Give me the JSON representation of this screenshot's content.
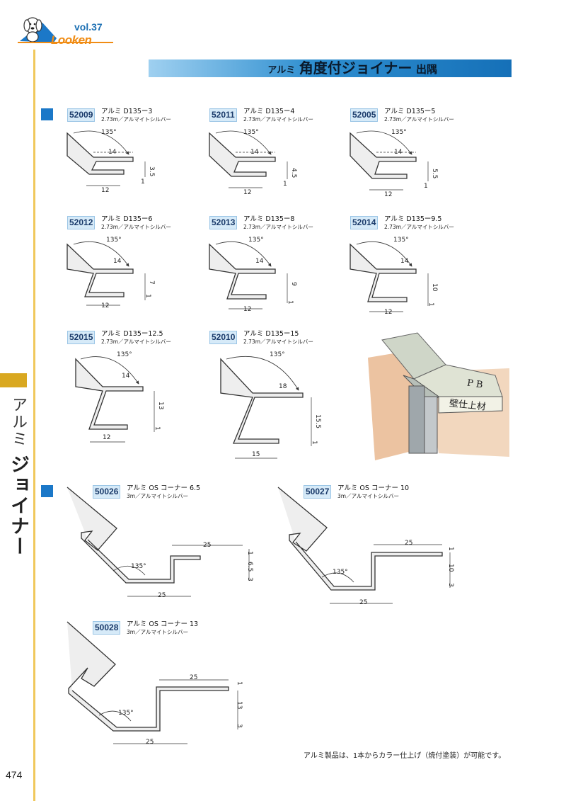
{
  "header": {
    "vol": "vol.37",
    "brand": "Looken"
  },
  "banner": {
    "prefix": "アルミ",
    "title": "角度付ジョイナー",
    "suffix": "出隅"
  },
  "sidebar": {
    "category_light": "アルミ",
    "category_bold": "ジョイナー"
  },
  "products": [
    {
      "code": "52009",
      "name": "アルミ D135ー3",
      "spec": "2.73m／アルマイトシルバー",
      "dims": {
        "angle": "135°",
        "top": "14",
        "gap": "3.5",
        "thk": "1",
        "bottom": "12"
      }
    },
    {
      "code": "52011",
      "name": "アルミ D135ー4",
      "spec": "2.73m／アルマイトシルバー",
      "dims": {
        "angle": "135°",
        "top": "14",
        "gap": "4.5",
        "thk": "1",
        "bottom": "12"
      }
    },
    {
      "code": "52005",
      "name": "アルミ D135ー5",
      "spec": "2.73m／アルマイトシルバー",
      "dims": {
        "angle": "135°",
        "top": "14",
        "gap": "5.5",
        "thk": "1",
        "bottom": "12"
      }
    },
    {
      "code": "52012",
      "name": "アルミ D135ー6",
      "spec": "2.73m／アルマイトシルバー",
      "dims": {
        "angle": "135°",
        "top": "14",
        "gap": "7",
        "thk": "1",
        "bottom": "12"
      }
    },
    {
      "code": "52013",
      "name": "アルミ D135ー8",
      "spec": "2.73m／アルマイトシルバー",
      "dims": {
        "angle": "135°",
        "top": "14",
        "gap": "9",
        "thk": "1",
        "bottom": "12"
      }
    },
    {
      "code": "52014",
      "name": "アルミ D135ー9.5",
      "spec": "2.73m／アルマイトシルバー",
      "dims": {
        "angle": "135°",
        "top": "14",
        "gap": "10",
        "thk": "1",
        "bottom": "12"
      }
    },
    {
      "code": "52015",
      "name": "アルミ D135ー12.5",
      "spec": "2.73m／アルマイトシルバー",
      "dims": {
        "angle": "135°",
        "top": "14",
        "gap": "13",
        "thk": "1",
        "bottom": "12"
      }
    },
    {
      "code": "52010",
      "name": "アルミ D135ー15",
      "spec": "2.73m／アルマイトシルバー",
      "dims": {
        "angle": "135°",
        "top": "18",
        "gap": "15.5",
        "thk": "1",
        "bottom": "15"
      }
    }
  ],
  "os_products": [
    {
      "code": "50026",
      "name": "アルミ OS コーナー 6.5",
      "spec": "3m／アルマイトシルバー",
      "dims": {
        "angle": "135°",
        "top": "25",
        "thk": "1",
        "gap": "6.5",
        "lip": "3",
        "bottom": "25"
      }
    },
    {
      "code": "50027",
      "name": "アルミ OS コーナー 10",
      "spec": "3m／アルマイトシルバー",
      "dims": {
        "angle": "135°",
        "top": "25",
        "thk": "1",
        "gap": "10",
        "lip": "3",
        "bottom": "25"
      }
    },
    {
      "code": "50028",
      "name": "アルミ OS コーナー 13",
      "spec": "3m／アルマイトシルバー",
      "dims": {
        "angle": "135°",
        "top": "25",
        "thk": "1",
        "gap": "13",
        "lip": "3",
        "bottom": "25"
      }
    }
  ],
  "photo_labels": {
    "pb": "P B",
    "wall": "壁仕上材"
  },
  "footnote": "アルミ製品は、1本からカラー仕上げ（焼付塗装）が可能です。",
  "page_number": "474",
  "colors": {
    "accent_blue": "#1b78c8",
    "gold": "#d9a820",
    "code_bg": "#d6eaf8"
  }
}
